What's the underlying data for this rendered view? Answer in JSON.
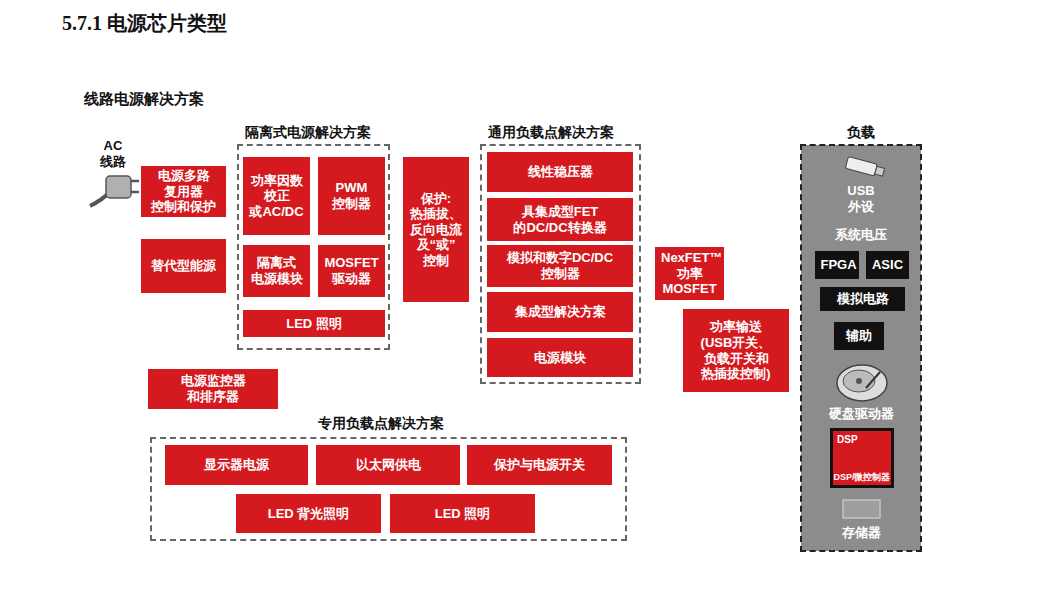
{
  "diagram": {
    "title": "5.7.1 电源芯片类型",
    "nodes": [
      {
        "text": [
          "电源多路 复用器 控制和保护"
        ]
      },
      {
        "text": [
          "替代型能源"
        ]
      },
      {
        "text": [
          "隔离式电源解决方案"
        ]
      },
      {
        "text": [
          "功率因数 校正 或AC/DC"
        ],
        "in": 2
      },
      {
        "text": [
          "PWM 控制器"
        ],
        "in": 2
      },
      {
        "text": [
          "隔离式 电源模块"
        ],
        "in": 2
      },
      {
        "text": [
          "MOSFET 驱动器"
        ],
        "in": 2
      },
      {
        "text": [
          "LED 照明"
        ],
        "in": 2
      },
      {
        "text": [
          "保护: 热插拔、 反向电流 及“或” 控制"
        ]
      },
      {
        "text": [
          "通用负载点解决方案"
        ]
      },
      {
        "text": [
          "线性稳压器"
        ],
        "in": 9
      },
      {
        "text": [
          "具集成型FET 的DC/DC转换器"
        ],
        "in": 9
      },
      {
        "text": [
          "模拟和数字DC/DC 控制器"
        ],
        "in": 9
      },
      {
        "text": [
          "集成型解决方案"
        ],
        "in": 9
      },
      {
        "text": [
          "电源模块"
        ],
        "in": 9
      },
      {
        "text": [
          "NexFET™ 功率 MOSFET"
        ]
      },
      {
        "text": [
          "功率输送 (USB开关、 负载开关和 热插拔控制)"
        ]
      },
      {
        "text": [
          "负载",
          "USB 外设",
          "系统电压",
          "硬盘驱动器",
          "存储器"
        ]
      },
      {
        "text": [
          "FPGA"
        ],
        "in": 17
      },
      {
        "text": [
          "ASIC"
        ],
        "in": 17
      },
      {
        "text": [
          "模拟电路"
        ],
        "in": 17
      },
      {
        "text": [
          "辅助"
        ],
        "in": 17
      },
      {
        "text": [
          "DSP",
          "DSP/微控制器"
        ],
        "in": 17
      },
      {
        "text": [
          "电源监控器 和排序器"
        ]
      },
      {
        "text": [
          "专用负载点解决方案"
        ]
      },
      {
        "text": [
          "显示器电源"
        ],
        "in": 24
      },
      {
        "text": [
          "以太网供电"
        ],
        "in": 24
      },
      {
        "text": [
          "保护与电源开关"
        ],
        "in": 24
      },
      {
        "text": [
          "LED 背光照明"
        ],
        "in": 24
      },
      {
        "text": [
          "LED 照明"
        ],
        "in": 24
      }
    ],
    "labels": [
      "线路电源解决方案",
      "AC 线路"
    ]
  }
}
